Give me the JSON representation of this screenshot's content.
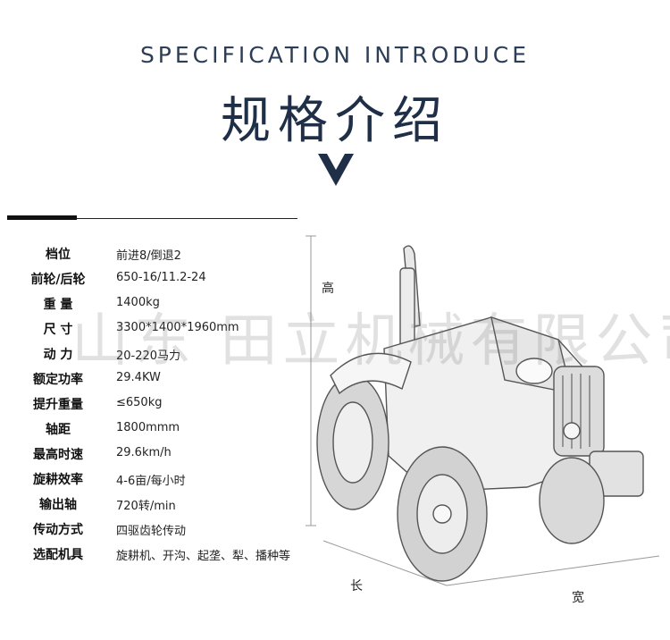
{
  "header": {
    "en_title": "SPECIFICATION INTRODUCE",
    "zh_title": "规格介绍"
  },
  "specs": [
    {
      "label": "档位",
      "value": "前进8/倒退2"
    },
    {
      "label": "前轮/后轮",
      "value": "650-16/11.2-24"
    },
    {
      "label": "重 量",
      "value": "1400kg"
    },
    {
      "label": "尺 寸",
      "value": "3300*1400*1960mm"
    },
    {
      "label": "动 力",
      "value": "20-220马力"
    },
    {
      "label": "额定功率",
      "value": "29.4KW"
    },
    {
      "label": "提升重量",
      "value": "≤650kg"
    },
    {
      "label": "轴距",
      "value": "1800mmm"
    },
    {
      "label": "最高时速",
      "value": "29.6km/h"
    },
    {
      "label": "旋耕效率",
      "value": "4-6亩/每小时"
    },
    {
      "label": "输出轴",
      "value": "720转/min"
    },
    {
      "label": "传动方式",
      "value": "四驱齿轮传动"
    },
    {
      "label": "选配机具",
      "value": "旋耕机、开沟、起垄、犁、播种等"
    }
  ],
  "watermark": "山东 田立机械有限公司",
  "dimensions": {
    "height": "高",
    "length": "长",
    "width": "宽"
  }
}
